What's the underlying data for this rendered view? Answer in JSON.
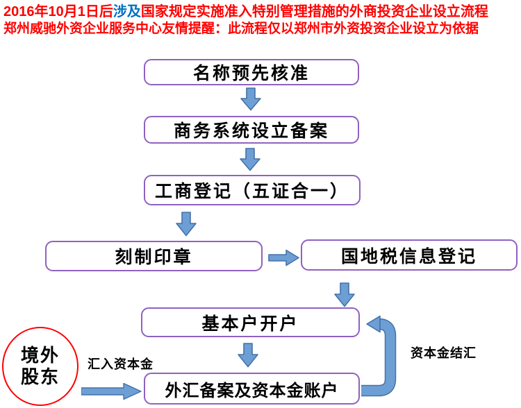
{
  "header": {
    "line1_segments": [
      {
        "text": "2016年10月1日后",
        "color": "#ff0000"
      },
      {
        "text": "涉及",
        "color": "#0070c0"
      },
      {
        "text": "国家规定实施准入特别管理措施的外商投资企业设立流程",
        "color": "#ff0000"
      }
    ],
    "line2": "郑州威驰外资企业服务中心友情提醒：此流程仅以郑州市外资投资企业设立为依据"
  },
  "flow": {
    "boxes": [
      {
        "label": "名称预先核准"
      },
      {
        "label": "商务系统设立备案"
      },
      {
        "label": "工商登记（五证合一）"
      },
      {
        "label": "刻制印章"
      },
      {
        "label": "国地税信息登记"
      },
      {
        "label": "基本户开户"
      },
      {
        "label": "外汇备案及资本金账户"
      }
    ],
    "shareholder_circle": {
      "line1": "境外",
      "line2": "股东"
    },
    "edge_labels": {
      "remit_capital": "汇入资本金",
      "capital_settlement": "资本金结汇"
    },
    "colors": {
      "title_red": "#ff0000",
      "title_blue": "#0070c0",
      "box_border_purple": "#9061c0",
      "arrow_fill_blue": "#6d9ed4",
      "arrow_stroke_blue": "#4472a8",
      "circle_border_red": "#ff0000"
    }
  }
}
